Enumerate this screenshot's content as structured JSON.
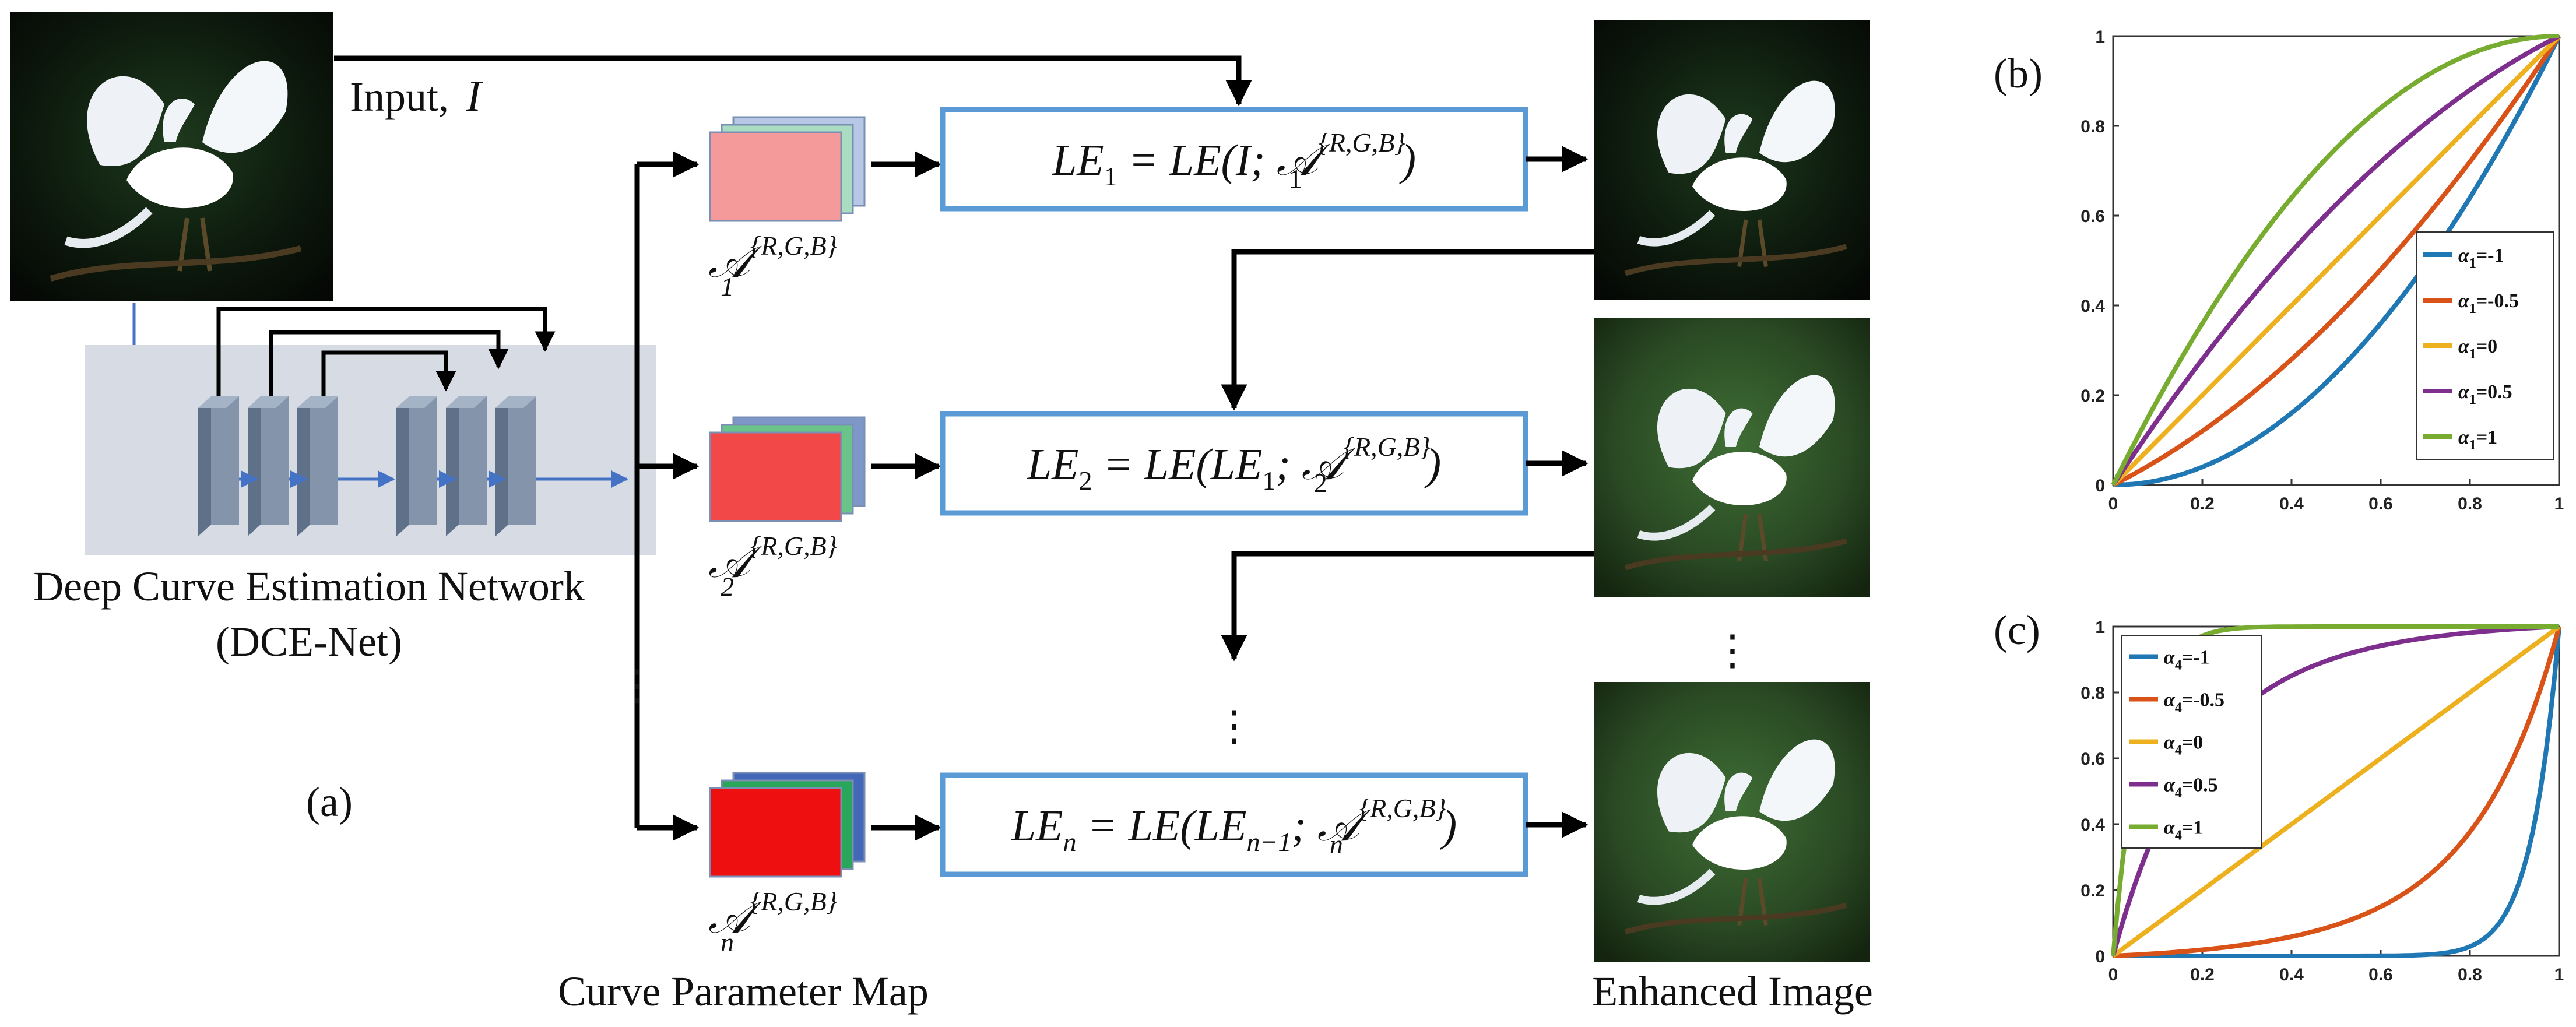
{
  "labels": {
    "input": "Input,",
    "input_var": "I",
    "network_line1": "Deep Curve Estimation Network",
    "network_line2": "(DCE-Net)",
    "panel_a": "(a)",
    "panel_b": "(b)",
    "panel_c": "(c)",
    "curve_param_map": "Curve Parameter Map",
    "enhanced_image": "Enhanced Image",
    "ellipsis": "⋮"
  },
  "formulas": {
    "le1": {
      "lhs": "LE",
      "lhs_sub": "1",
      "rhs_a": " = LE(I; ",
      "A": "𝒜",
      "A_sub": "1",
      "A_sup": "{R,G,B}",
      "close": ")"
    },
    "le2": {
      "lhs": "LE",
      "lhs_sub": "2",
      "rhs_a": " = LE(LE",
      "rhs_sub": "1",
      "rhs_b": "; ",
      "A": "𝒜",
      "A_sub": "2",
      "A_sup": "{R,G,B}",
      "close": ")"
    },
    "len": {
      "lhs": "LE",
      "lhs_sub": "n",
      "rhs_a": " = LE(LE",
      "rhs_sub": "n−1",
      "rhs_b": "; ",
      "A": "𝒜",
      "A_sub": "n",
      "A_sup": "{R,G,B}",
      "close": ")"
    }
  },
  "param_maps": [
    {
      "A": "𝒜",
      "sub": "1",
      "sup": "{R,G,B}",
      "colors": [
        "#f49a9a",
        "#a9dcc0",
        "#b6c8e6"
      ]
    },
    {
      "A": "𝒜",
      "sub": "2",
      "sup": "{R,G,B}",
      "colors": [
        "#f24848",
        "#6ac489",
        "#7d98c8"
      ]
    },
    {
      "A": "𝒜",
      "sub": "n",
      "sup": "{R,G,B}",
      "colors": [
        "#ee1010",
        "#2aa65a",
        "#4468b8"
      ]
    }
  ],
  "colors": {
    "box_border": "#5b9bd5",
    "network_bg": "#d6dbe4",
    "layer_front": "#8394ab",
    "layer_side": "#5f7189",
    "blue_arrow": "#4472c4"
  },
  "chart_data": [
    {
      "type": "line",
      "title": "(b)",
      "xlim": [
        0,
        1
      ],
      "ylim": [
        0,
        1
      ],
      "xticks": [
        "0",
        "0.2",
        "0.4",
        "0.6",
        "0.8",
        "1"
      ],
      "yticks": [
        "0",
        "0.2",
        "0.4",
        "0.6",
        "0.8",
        "1"
      ],
      "grid": false,
      "legend_position": "right",
      "iterations": 1,
      "series": [
        {
          "name": "α1=-1",
          "sym": "α",
          "sub": "1",
          "val": "=-1",
          "alpha": -1,
          "color": "#1f77b4"
        },
        {
          "name": "α1=-0.5",
          "sym": "α",
          "sub": "1",
          "val": "=-0.5",
          "alpha": -0.5,
          "color": "#d95319"
        },
        {
          "name": "α1=0",
          "sym": "α",
          "sub": "1",
          "val": "=0",
          "alpha": 0,
          "color": "#edb120"
        },
        {
          "name": "α1=0.5",
          "sym": "α",
          "sub": "1",
          "val": "=0.5",
          "alpha": 0.5,
          "color": "#7e2f8e"
        },
        {
          "name": "α1=1",
          "sym": "α",
          "sub": "1",
          "val": "=1",
          "alpha": 1,
          "color": "#77ac30"
        }
      ]
    },
    {
      "type": "line",
      "title": "(c)",
      "xlim": [
        0,
        1
      ],
      "ylim": [
        0,
        1
      ],
      "xticks": [
        "0",
        "0.2",
        "0.4",
        "0.6",
        "0.8",
        "1"
      ],
      "yticks": [
        "0",
        "0.2",
        "0.4",
        "0.6",
        "0.8",
        "1"
      ],
      "grid": false,
      "legend_position": "top-left",
      "iterations": 4,
      "series": [
        {
          "name": "α4=-1",
          "sym": "α",
          "sub": "4",
          "val": "=-1",
          "alpha": -1,
          "color": "#1f77b4"
        },
        {
          "name": "α4=-0.5",
          "sym": "α",
          "sub": "4",
          "val": "=-0.5",
          "alpha": -0.5,
          "color": "#d95319"
        },
        {
          "name": "α4=0",
          "sym": "α",
          "sub": "4",
          "val": "=0",
          "alpha": 0,
          "color": "#edb120"
        },
        {
          "name": "α4=0.5",
          "sym": "α",
          "sub": "4",
          "val": "=0.5",
          "alpha": 0.5,
          "color": "#7e2f8e"
        },
        {
          "name": "α4=1",
          "sym": "α",
          "sub": "4",
          "val": "=1",
          "alpha": 1,
          "color": "#77ac30"
        }
      ]
    }
  ]
}
